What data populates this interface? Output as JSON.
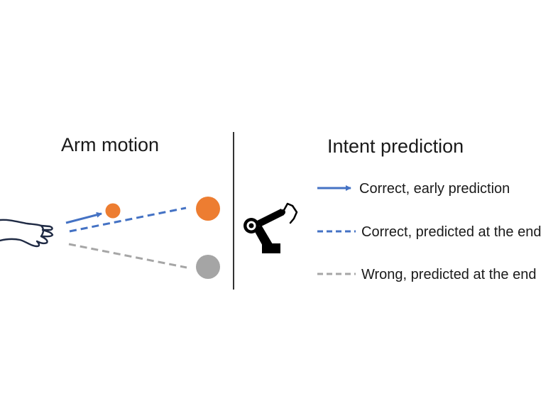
{
  "left_panel": {
    "title": "Arm motion"
  },
  "right_panel": {
    "title": "Intent prediction"
  },
  "legend": {
    "items": [
      {
        "label": "Correct, early prediction",
        "style": "solid",
        "color": "#4472c4"
      },
      {
        "label": "Correct, predicted at the end",
        "style": "dashed",
        "color": "#4472c4"
      },
      {
        "label": "Wrong, predicted at the end",
        "style": "dashed",
        "color": "#a6a6a6"
      }
    ]
  },
  "colors": {
    "blue": "#4472c4",
    "gray": "#a6a6a6",
    "orange": "#ed7d31",
    "gray_target": "#a5a5a5",
    "divider": "#333333",
    "text": "#1a1a1a",
    "outline": "#1f2a44"
  },
  "icons": {
    "hand": "hand-icon",
    "robot": "robot-arm-icon"
  }
}
